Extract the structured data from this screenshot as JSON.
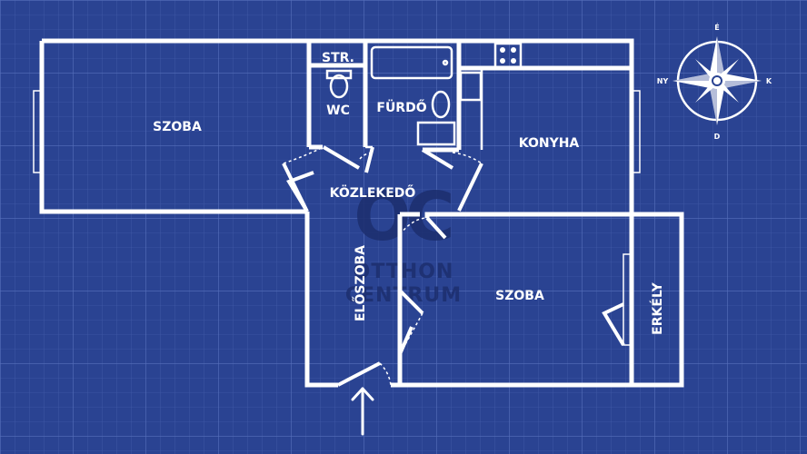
{
  "rooms": {
    "szoba_left": "SZOBA",
    "str": "STR.",
    "wc": "WC",
    "furdo": "FÜRDŐ",
    "konyha": "KONYHA",
    "kozlekedo": "KÖZLEKEDŐ",
    "eloszoba": "ELŐSZOBA",
    "szoba_right": "SZOBA",
    "erkely": "ERKÉLY"
  },
  "compass": {
    "north": "É",
    "south": "D",
    "east": "K",
    "west": "NY"
  },
  "watermark": {
    "mark": "OC",
    "line1": "OTTHON",
    "line2": "CENTRUM"
  },
  "colors": {
    "background": "#2a4392",
    "grid": "#4a63b0",
    "wall": "#ffffff",
    "watermark": "#1c2e6e"
  }
}
